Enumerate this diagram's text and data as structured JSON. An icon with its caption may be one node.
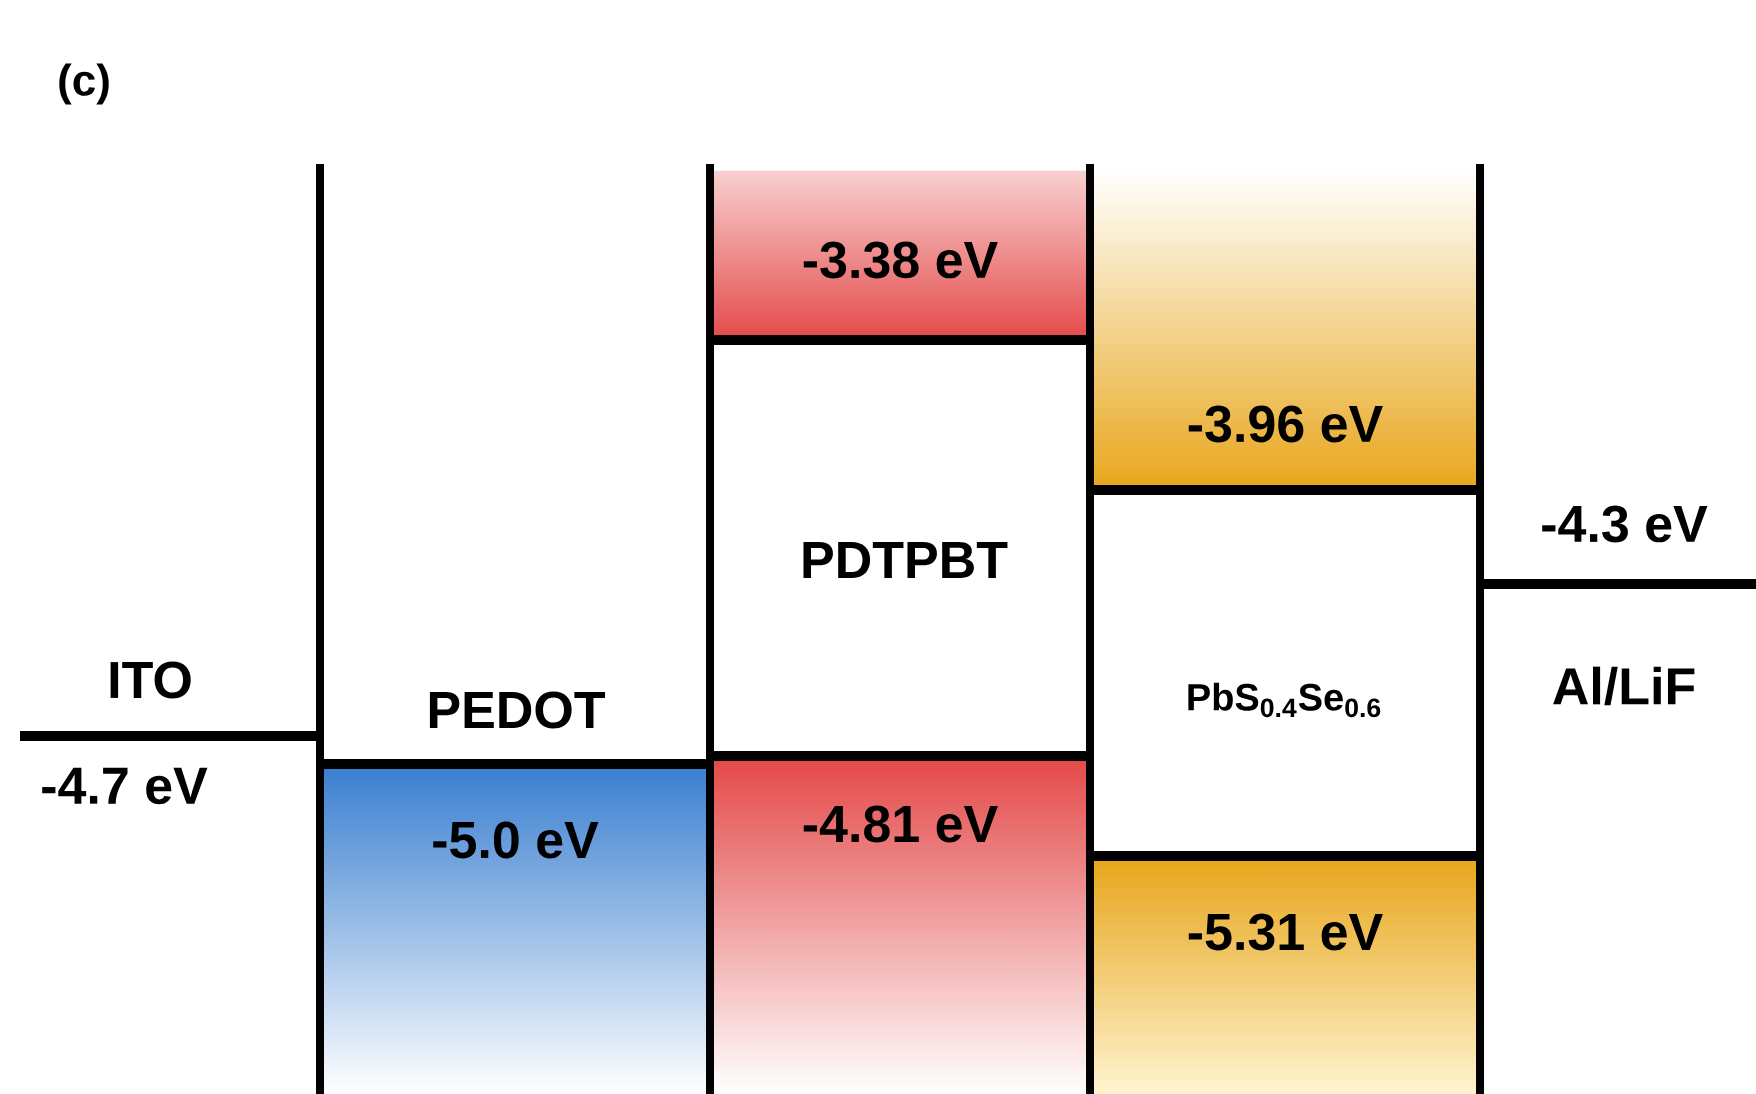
{
  "diagram": {
    "nodes": [
      {
        "text": [
          "-5.0 eV"
        ]
      },
      {
        "text": [
          "-3.38 eV"
        ]
      },
      {
        "text": [
          "-4.81 eV"
        ]
      },
      {
        "text": [
          "-3.96 eV"
        ]
      },
      {
        "text": [
          "-5.31 eV"
        ]
      }
    ],
    "labels": [
      "(c)",
      "ITO",
      "-4.7 eV",
      "PEDOT",
      "PDTPBT",
      "PbS$_{0.4}$Se$_{0.6}$",
      "-4.3 eV",
      "Al/LiF"
    ]
  }
}
